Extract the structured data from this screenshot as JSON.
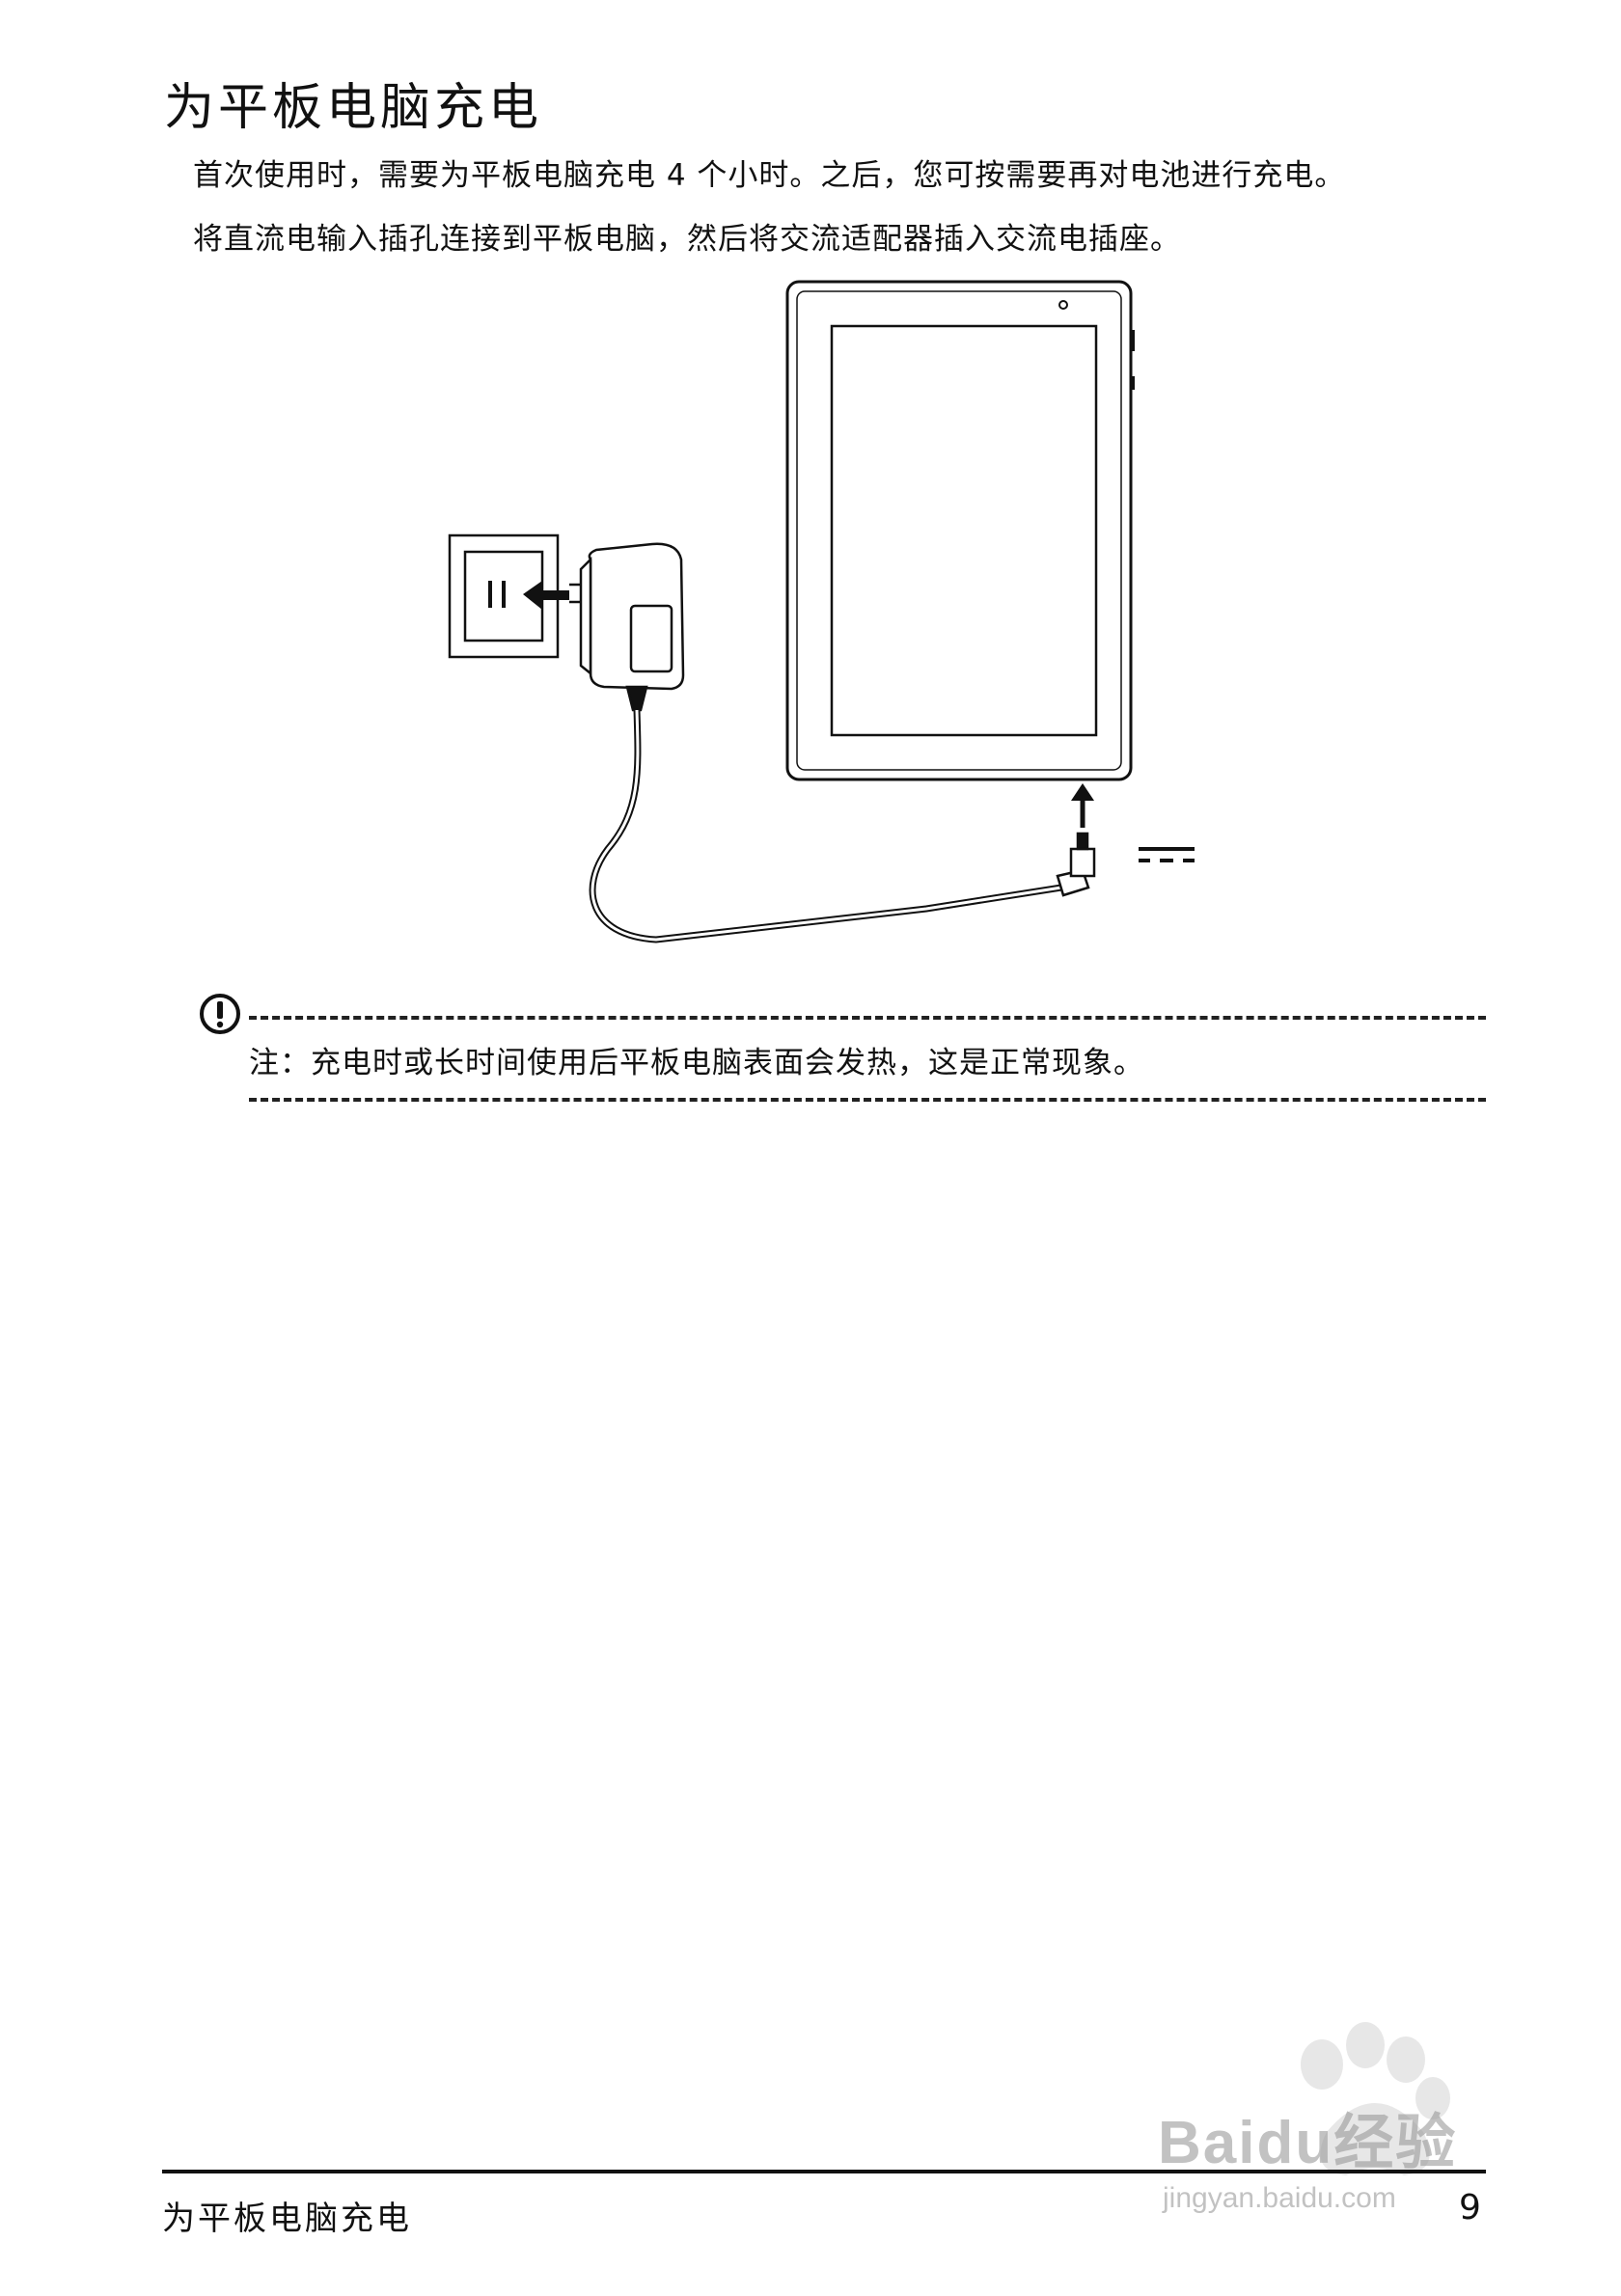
{
  "page": {
    "title": "为平板电脑充电",
    "paragraphs": [
      "首次使用时，需要为平板电脑充电 4 个小时。之后，您可按需要再对电池进行充电。",
      "将直流电输入插孔连接到平板电脑，然后将交流适配器插入交流电插座。"
    ],
    "figure": {
      "icons": [
        "wall-outlet-icon",
        "ac-adapter-icon",
        "tablet-icon",
        "dc-symbol-icon"
      ]
    },
    "note": {
      "icon": "exclamation-circle-icon",
      "text": "注：充电时或长时间使用后平板电脑表面会发热，这是正常现象。"
    }
  },
  "footer": {
    "title": "为平板电脑充电",
    "page_number": "9"
  },
  "watermark": {
    "brand": "Baidu经验",
    "url": "jingyan.baidu.com"
  }
}
